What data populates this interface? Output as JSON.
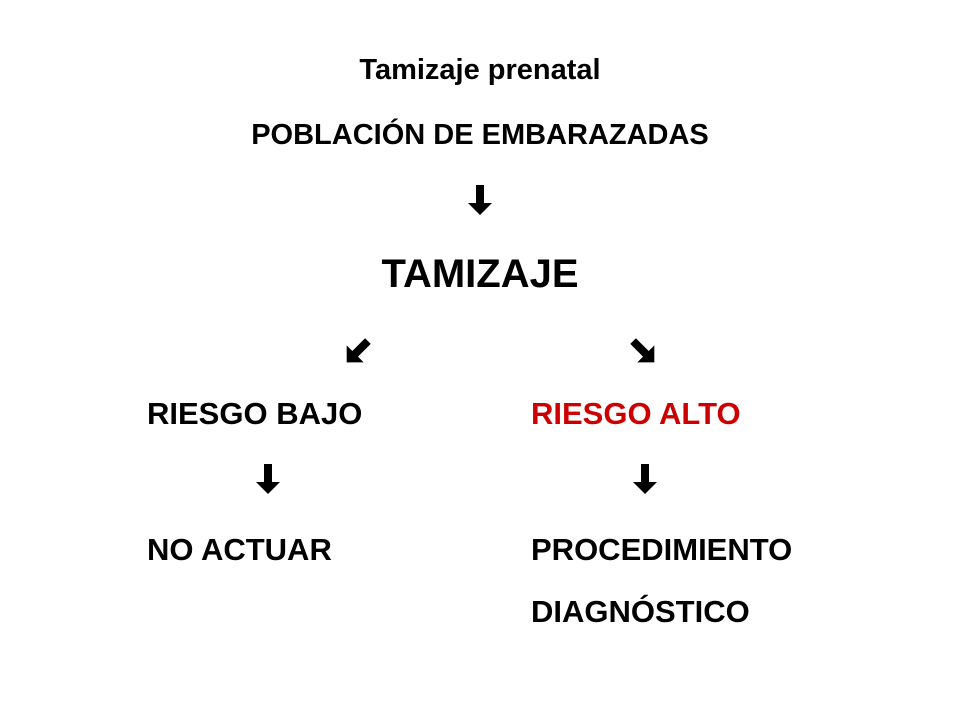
{
  "title": "Tamizaje prenatal",
  "population": "POBLACIÓN DE EMBARAZADAS",
  "screening": "TAMIZAJE",
  "left_branch": {
    "risk": "RIESGO BAJO",
    "action": "NO ACTUAR"
  },
  "right_branch": {
    "risk": "RIESGO ALTO",
    "action_line1": "PROCEDIMIENTO",
    "action_line2": "DIAGNÓSTICO"
  },
  "colors": {
    "text": "#000000",
    "high_risk": "#cc0000",
    "background": "#ffffff"
  },
  "icons": [
    "arrow-down-icon",
    "arrow-down-left-icon",
    "arrow-down-right-icon"
  ]
}
